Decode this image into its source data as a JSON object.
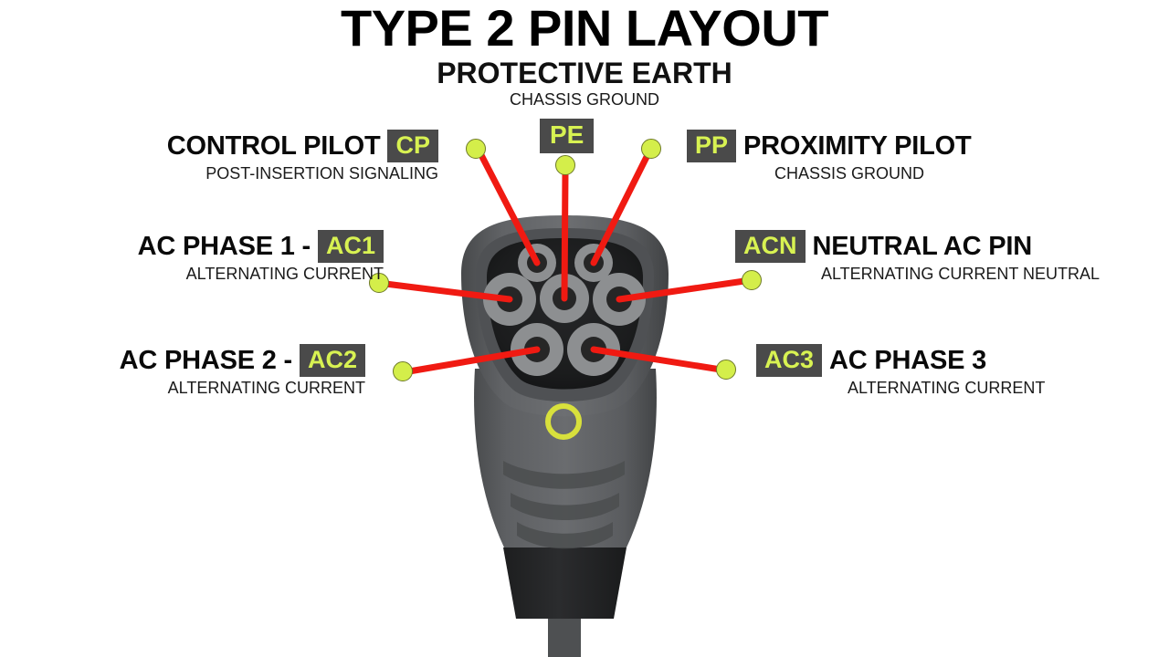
{
  "page": {
    "title": "TYPE 2 PIN LAYOUT",
    "subtitle": "PROTECTIVE EARTH",
    "subtitle_detail": "CHASSIS GROUND",
    "background_color": "#ffffff",
    "accent_color": "#d4ee4a",
    "badge_bg_color": "#4a4a4a",
    "leader_color": "#f01a12"
  },
  "pins": {
    "pe": {
      "code": "PE",
      "name": "PROTECTIVE EARTH",
      "description": "CHASSIS GROUND"
    },
    "cp": {
      "code": "CP",
      "name": "CONTROL PILOT",
      "description": "POST-INSERTION SIGNALING"
    },
    "pp": {
      "code": "PP",
      "name": "PROXIMITY PILOT",
      "description": "CHASSIS GROUND"
    },
    "ac1": {
      "code": "AC1",
      "name": "AC PHASE 1 -",
      "description": "ALTERNATING CURRENT"
    },
    "acn": {
      "code": "ACN",
      "name": "NEUTRAL AC PIN",
      "description": "ALTERNATING CURRENT NEUTRAL"
    },
    "ac2": {
      "code": "AC2",
      "name": "AC PHASE 2  -",
      "description": "ALTERNATING CURRENT"
    },
    "ac3": {
      "code": "AC3",
      "name": "AC PHASE 3",
      "description": "ALTERNATING CURRENT"
    }
  },
  "connector": {
    "type": "type-2-ev-charging-plug",
    "indicator_light": "status-ring-led",
    "body_color": "#5c5e60",
    "face_color": "#1c1c1c",
    "pin_socket_color": "#8d8f91",
    "pin_hole_color": "#262626",
    "led_color": "#d8e03c"
  }
}
